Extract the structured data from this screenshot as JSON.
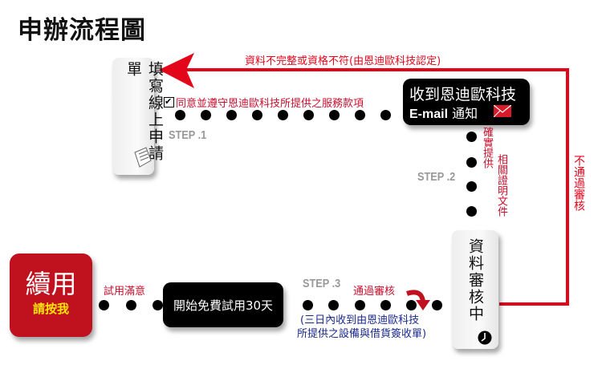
{
  "title": "申辦流程圖",
  "step1": {
    "box": "填寫線上申請單",
    "agree": "同意並遵守恩迪歐科技所提供之服務款項",
    "label": "STEP .1"
  },
  "reject": {
    "label": "資料不完整或資格不符(由恩迪歐科技認定)",
    "side": "不通過審核"
  },
  "email": {
    "line1": "收到恩迪歐科技",
    "email": "E-mail",
    "line2": "通知"
  },
  "step2": {
    "label": "STEP .2",
    "text1": "確實提供",
    "text2": "相關證明文件"
  },
  "review": {
    "box": "資料審核中"
  },
  "step3": {
    "label": "STEP .3",
    "pass": "通過審核",
    "note1": "(三日內收到由恩迪歐科技",
    "note2": "所提供之設備與借貨簽收單)"
  },
  "trial": {
    "box": "開始免費試用30天",
    "satisfied": "試用滿意"
  },
  "renew": {
    "main": "續用",
    "sub": "請按我"
  },
  "colors": {
    "red": "#e3061b",
    "dark_red": "#c0111f",
    "blue": "#1a2a8c",
    "yellow": "#ffe600"
  }
}
